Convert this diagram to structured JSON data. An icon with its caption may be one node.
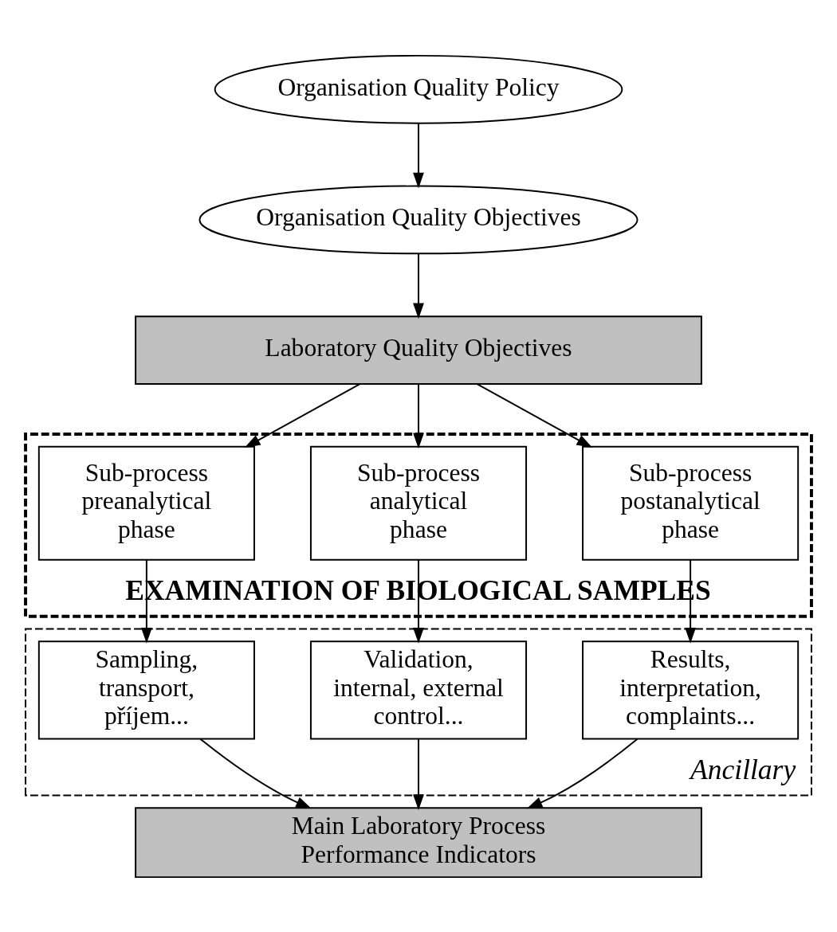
{
  "diagram": {
    "nodes": [
      {
        "text": [
          "Organisation Quality Policy"
        ]
      },
      {
        "text": [
          "Organisation Quality Objectives"
        ]
      },
      {
        "text": [
          "Laboratory Quality Objectives"
        ]
      },
      {
        "text": [
          "EXAMINATION OF BIOLOGICAL SAMPLES"
        ]
      },
      {
        "text": [
          "Sub-process preanalytical phase"
        ],
        "in": 3
      },
      {
        "text": [
          "Sub-process analytical phase"
        ],
        "in": 3
      },
      {
        "text": [
          "Sub-process postanalytical phase"
        ],
        "in": 3
      },
      {
        "text": [
          "Ancillary"
        ]
      },
      {
        "text": [
          "Sampling, transport, příjem..."
        ],
        "in": 7
      },
      {
        "text": [
          "Validation, internal, external control..."
        ],
        "in": 7
      },
      {
        "text": [
          "Results, interpretation, complaints..."
        ],
        "in": 7
      },
      {
        "text": [
          "Main Laboratory Process Performance Indicators"
        ]
      }
    ],
    "edges": [
      {
        "from": 0,
        "to": 1,
        "arrow": "to"
      },
      {
        "from": 1,
        "to": 2,
        "arrow": "to"
      },
      {
        "from": 2,
        "to": 4,
        "arrow": "to"
      },
      {
        "from": 2,
        "to": 5,
        "arrow": "to"
      },
      {
        "from": 2,
        "to": 6,
        "arrow": "to"
      },
      {
        "from": 4,
        "to": 8,
        "arrow": "to"
      },
      {
        "from": 5,
        "to": 9,
        "arrow": "to"
      },
      {
        "from": 6,
        "to": 10,
        "arrow": "to"
      },
      {
        "from": 8,
        "to": 11,
        "arrow": "to"
      },
      {
        "from": 9,
        "to": 11,
        "arrow": "to"
      },
      {
        "from": 10,
        "to": 11,
        "arrow": "to"
      }
    ]
  }
}
